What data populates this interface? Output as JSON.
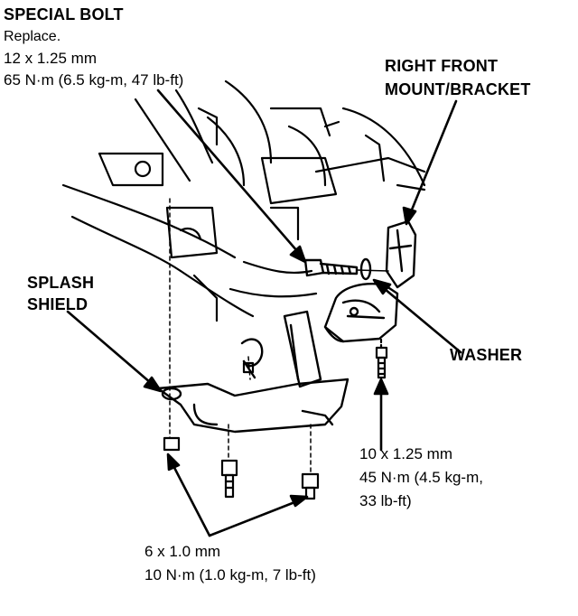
{
  "labels": {
    "special_bolt": {
      "title": "SPECIAL BOLT",
      "note": "Replace.",
      "size": "12 x 1.25 mm",
      "torque": "65 N·m (6.5 kg-m, 47 lb-ft)"
    },
    "mount": {
      "line1": "RIGHT FRONT",
      "line2": "MOUNT/BRACKET"
    },
    "splash": {
      "line1": "SPLASH",
      "line2": "SHIELD"
    },
    "washer": "WASHER",
    "bolt_10": {
      "size": "10 x 1.25 mm",
      "torque_line1": "45 N·m (4.5 kg-m,",
      "torque_line2": "33 lb-ft)"
    },
    "bolt_6": {
      "size": "6 x 1.0 mm",
      "torque": "10 N·m (1.0 kg-m, 7 lb-ft)"
    }
  },
  "colors": {
    "ink": "#000000",
    "paper": "#ffffff"
  }
}
